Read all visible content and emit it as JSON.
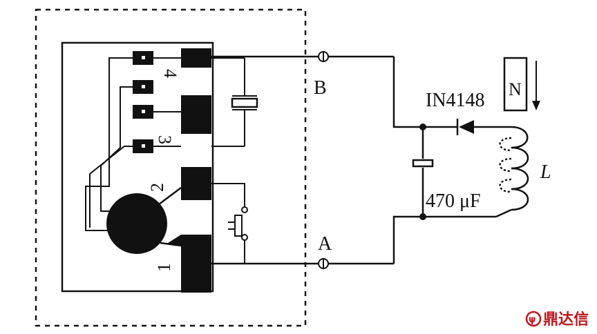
{
  "labels": {
    "pin1": "1",
    "pin2": "2",
    "pin3": "3",
    "pin4": "4",
    "terminal_a": "A",
    "terminal_b": "B",
    "diode": "IN4148",
    "capacitor": "470 μF",
    "inductor": "L",
    "magnet_pole": "N"
  },
  "watermark": {
    "text": "鼎达信",
    "color": "#c0161c"
  },
  "colors": {
    "line": "#111111",
    "background": "#ffffff"
  }
}
